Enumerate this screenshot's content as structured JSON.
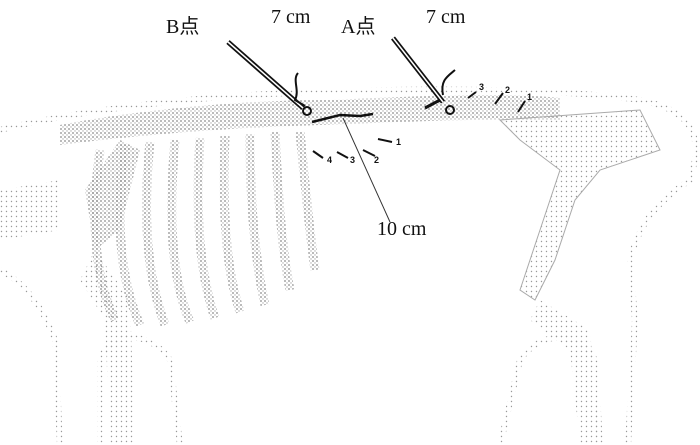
{
  "labels": {
    "point_b": "B点",
    "point_a": "A点",
    "dist_b": "7 cm",
    "dist_a": "7 cm",
    "dist_between": "10 cm"
  },
  "markers_a": [
    "3",
    "2",
    "1"
  ],
  "markers_b": [
    "1",
    "2",
    "3",
    "4"
  ],
  "colors": {
    "stipple": "#9a9a9a",
    "ink": "#111111"
  }
}
